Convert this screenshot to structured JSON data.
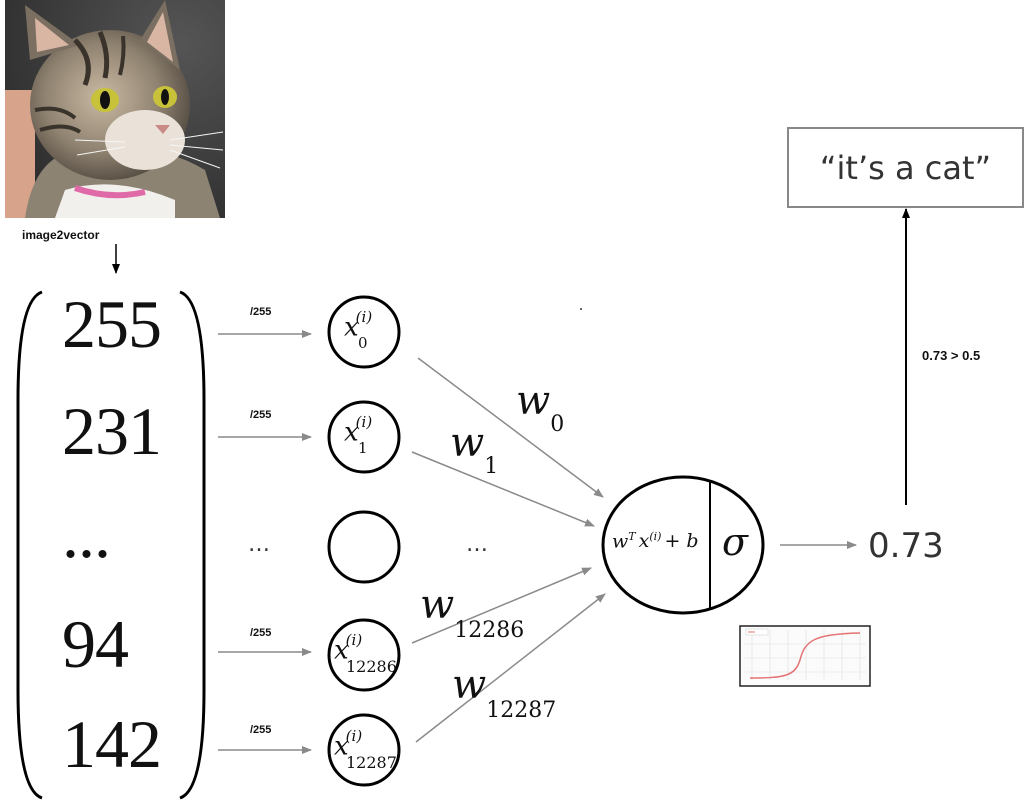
{
  "input": {
    "transform_label": "image2vector",
    "vector_values": [
      "255",
      "231",
      "...",
      "94",
      "142"
    ],
    "normalize_label": "/255",
    "ellipsis": "…"
  },
  "nodes": {
    "x_symbol": "x",
    "superscript": "(i)",
    "subscripts": [
      "0",
      "1",
      "",
      "12286",
      "12287"
    ]
  },
  "weights": {
    "symbol": "w",
    "subscripts": [
      "0",
      "1",
      "12286",
      "12287"
    ]
  },
  "neuron": {
    "linear_w": "w",
    "linear_T": "T",
    "linear_x": "x",
    "linear_sup": "(i)",
    "linear_rest": "+ b",
    "activation": "σ"
  },
  "output": {
    "value": "0.73",
    "threshold_label": "0.73 > 0.5",
    "result_text": "“it’s a cat”"
  },
  "colors": {
    "arrow_gray": "#8a8a8a",
    "stroke_black": "#000000",
    "sigmoid_red": "#e57373"
  }
}
